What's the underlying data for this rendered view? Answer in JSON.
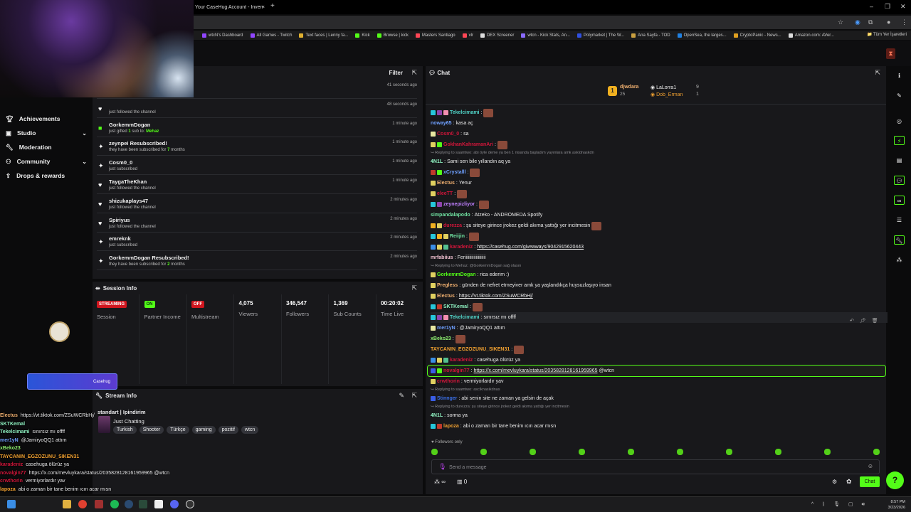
{
  "browser": {
    "tab_title": "Your CaseHug Account - Inven",
    "bookmarks": [
      {
        "label": "wtcN's Dashboard",
        "color": "#9146ff"
      },
      {
        "label": "All Games - Twitch",
        "color": "#9146ff"
      },
      {
        "label": "Text faces | Lenny fa...",
        "color": "#e0b030"
      },
      {
        "label": "Kick",
        "color": "#53fc18"
      },
      {
        "label": "Browse | kick",
        "color": "#53fc18"
      },
      {
        "label": "Masters Santiago",
        "color": "#ff4655"
      },
      {
        "label": "vlr",
        "color": "#ff4655"
      },
      {
        "label": "DEX Screener",
        "color": "#dddddd"
      },
      {
        "label": "wtcn - Kick Stats, An...",
        "color": "#8a6aff"
      },
      {
        "label": "Polymarket | The W...",
        "color": "#3050e0"
      },
      {
        "label": "Ana Sayfa - TOD",
        "color": "#caa040"
      },
      {
        "label": "OpenSea, the larges...",
        "color": "#2081e2"
      },
      {
        "label": "CryptoPanic - News...",
        "color": "#e0a020"
      },
      {
        "label": "Amazon.com: AVer...",
        "color": "#dddddd"
      }
    ],
    "all_bookmarks": "Tüm Yer İşaretleri"
  },
  "sidebar": {
    "items": [
      {
        "label": "Achievements",
        "icon": "trophy-icon"
      },
      {
        "label": "Studio",
        "icon": "studio-icon",
        "expandable": true
      },
      {
        "label": "Moderation",
        "icon": "wrench-icon"
      },
      {
        "label": "Community",
        "icon": "community-icon",
        "expandable": true
      },
      {
        "label": "Drops & rewards",
        "icon": "drops-icon"
      }
    ]
  },
  "activity": {
    "filter_label": "Filter",
    "rows": [
      {
        "icon": "",
        "name": "",
        "detail": "",
        "time": "41 seconds ago"
      },
      {
        "icon": "♥",
        "name": "",
        "detail": "just followed the channel",
        "time": "48 seconds ago"
      },
      {
        "icon": "gift",
        "name": "GorkemmDogan",
        "detail": "just gifted {1} sub to: {Mehaz}",
        "time": "1 minute ago"
      },
      {
        "icon": "✦",
        "name": "zeynpei Resubscribed!",
        "detail": "they have been subscribed for {7} months",
        "time": "1 minute ago"
      },
      {
        "icon": "✦",
        "name": "Cosm0_0",
        "detail": "just subscribed",
        "time": "1 minute ago"
      },
      {
        "icon": "♥",
        "name": "TaygaTheKhan",
        "detail": "just followed the channel",
        "time": "1 minute ago"
      },
      {
        "icon": "♥",
        "name": "shizukaplays47",
        "detail": "just followed the channel",
        "time": "2 minutes ago"
      },
      {
        "icon": "♥",
        "name": "Spiriyus",
        "detail": "just followed the channel",
        "time": "2 minutes ago"
      },
      {
        "icon": "✦",
        "name": "emreknk",
        "detail": "just subscribed",
        "time": "2 minutes ago"
      },
      {
        "icon": "✦",
        "name": "GorkemmDogan Resubscribed!",
        "detail": "they have been subscribed for {2} months",
        "time": "2 minutes ago"
      }
    ]
  },
  "session": {
    "title": "Session Info",
    "cols": [
      {
        "badge": "STREAMING",
        "badge_color": "#d0161f",
        "label": "Session"
      },
      {
        "badge": "ON",
        "badge_color": "#53fc18",
        "label": "Partner Income"
      },
      {
        "badge": "OFF",
        "badge_color": "#d0161f",
        "label": "Multistream"
      },
      {
        "value": "4,075",
        "label": "Viewers"
      },
      {
        "value": "346,547",
        "label": "Followers"
      },
      {
        "value": "1,369",
        "label": "Sub Counts"
      },
      {
        "value": "00:20:02",
        "label": "Time Live"
      }
    ]
  },
  "stream_info": {
    "title_label": "Stream Info",
    "stream_title": "standart | Ipindirim",
    "category": "Just Chatting",
    "tags": [
      "Turkish",
      "Shooter",
      "Türkçe",
      "gaming",
      "pozitif",
      "wtcn"
    ]
  },
  "chat": {
    "title": "Chat",
    "gifters": {
      "first": {
        "rank": "1",
        "name": "djwdara",
        "count": "25"
      },
      "second": {
        "name": "LaLorra1",
        "count": "9"
      },
      "third": {
        "name": "Dob_Erman",
        "count": "1"
      }
    },
    "messages": [
      {
        "user": "Tekelcimami",
        "color": "#4fd1c5",
        "badges": [
          "#26c6da",
          "#8e44ad",
          "#f48fb1"
        ],
        "emote": true
      },
      {
        "user": "noway65",
        "color": "#6fa0ff",
        "text": "kasa aç"
      },
      {
        "user": "Cosm0_0",
        "color": "#d0163a",
        "badges": [
          "#e8e8a0"
        ],
        "text": "sa"
      },
      {
        "user": "GokhanKahramanAri",
        "color": "#d0163a",
        "badges": [
          "#e0d060",
          "#53fc18"
        ],
        "emote": true
      },
      {
        "reply": "Replying to saamtwo: abi öyle deme ya ben 1 nisanda başladım yayınlara amk askldnaskdn"
      },
      {
        "user": "4N1L",
        "color": "#8ef0c0",
        "text": "Sami sen bile yıllandın aq ya"
      },
      {
        "user": "xCrystalll",
        "color": "#6fa0ff",
        "badges": [
          "#c0392b",
          "#53fc18"
        ],
        "emote": true
      },
      {
        "user": "Electus",
        "color": "#f0b070",
        "badges": [
          "#e0d060"
        ],
        "text": "Yenur"
      },
      {
        "user": "eleeTT",
        "color": "#d0163a",
        "badges": [
          "#e0d060"
        ],
        "emote": true
      },
      {
        "user": "zeynepizliyor",
        "color": "#c080ff",
        "badges": [
          "#26c6da",
          "#8e44ad"
        ],
        "emote": true
      },
      {
        "user": "simpandalapodo",
        "color": "#6fe0a0",
        "text": "Atzeko - ANDROMEDA Spotify"
      },
      {
        "user": "durezza",
        "color": "#d0163a",
        "badges": [
          "#f0b020",
          "#e0d060"
        ],
        "text": "şu siteye girince jrokez geldi akıma yattığı yer incitmesin",
        "emote": true
      },
      {
        "user": "Reiijin",
        "color": "#6fe0a0",
        "badges": [
          "#26c6da",
          "#f0b020",
          "#e0d060"
        ],
        "emote": true
      },
      {
        "user": "karadeniz",
        "color": "#d0163a",
        "badges": [
          "#3a8ee6",
          "#e0d060",
          "#53c090"
        ],
        "link": "https://casehug.com/giveaways/9042915620443"
      },
      {
        "user": "mrfabiius",
        "color": "#f0c0d0",
        "text": "Feriiiiiiiiiiiiiiiiiii"
      },
      {
        "reply": "Replying to Mehaz: @GorkemmDogan sağ olasın"
      },
      {
        "user": "GorkemmDogan",
        "color": "#53fc18",
        "badges": [
          "#e0d060"
        ],
        "text": "rica ederim :)"
      },
      {
        "user": "Pregless",
        "color": "#f0b070",
        "badges": [
          "#e0d060"
        ],
        "text": "günden de nefret etmeyiver amk ya yaşlandıkça huysuzlaşıyo insan"
      },
      {
        "user": "Electus",
        "color": "#f0b070",
        "badges": [
          "#e0d060"
        ],
        "link": "https://vt.tiktok.com/ZSuWCRbHj/"
      },
      {
        "user": "SKTKemal",
        "color": "#8ef0c0",
        "badges": [
          "#26c6da",
          "#c0392b"
        ],
        "emote": true
      },
      {
        "user": "Tekelcimami",
        "color": "#4fd1c5",
        "badges": [
          "#26c6da",
          "#8e44ad",
          "#f48fb1"
        ],
        "text": "sınırsız mı offff",
        "hover": true
      },
      {
        "user": "mer1yN",
        "color": "#6fa0ff",
        "badges": [
          "#e8e8a0"
        ],
        "text": "@JamiryoQQ1 attım"
      },
      {
        "user": "xBeko23",
        "color": "#8ef070",
        "emote": true
      },
      {
        "user": "TAYCANIN_EGZOZUNU_SIKEN31",
        "color": "#f0a030",
        "emote": true
      },
      {
        "user": "karadeniz",
        "color": "#d0163a",
        "badges": [
          "#3a8ee6",
          "#e0d060",
          "#53c090"
        ],
        "text": "casehuga ölürüz ya"
      },
      {
        "user": "novalgin77",
        "color": "#d0163a",
        "badges": [
          "#3a5ee6",
          "#53fc18"
        ],
        "link": "https://x.com/mevluykara/status/2035828128161959965",
        "after": "@wtcn",
        "highlight": true
      },
      {
        "user": "crwthorin",
        "color": "#d0163a",
        "badges": [
          "#e0d060"
        ],
        "text": "vermiyorlardır yav"
      },
      {
        "reply": "Replying to saamtwo: asclknasikdnas"
      },
      {
        "user": "Stinnger",
        "color": "#3a6ee6",
        "badges": [
          "#3a5ee6"
        ],
        "text": "abi senin site ne zaman ya gelsin de açak"
      },
      {
        "reply": "Replying to durezza: şu siteye girince jrokez geldi akıma yattığı yer incitmesin"
      },
      {
        "user": "4N1L",
        "color": "#8ef0c0",
        "text": "sorma ya"
      },
      {
        "user": "lapoza",
        "color": "#f0a030",
        "badges": [
          "#26c6da",
          "#c0392b"
        ],
        "text": "abi o zaman bir tane benim ıcın acar mısn"
      }
    ],
    "followers_only": "Followers only",
    "placeholder": "Send a message",
    "points": "∞",
    "shop_count": "0",
    "send_label": "Chat"
  },
  "overlay_chat": [
    {
      "user": "Electus",
      "color": "#f0b070",
      "text": "https://vt.tiktok.com/ZSuWCRbHj/"
    },
    {
      "user": "SKTKemal",
      "color": "#8ef0c0",
      "text": ""
    },
    {
      "user": "Tekelcimami",
      "color": "#8ef0c0",
      "text": "sınırsız mı offff"
    },
    {
      "user": "mer1yN",
      "color": "#6fa0ff",
      "text": "@JamiryoQQ1 attım"
    },
    {
      "user": "xBeko23",
      "color": "#8ef070",
      "text": ""
    },
    {
      "user": "TAYCANIN_EGZOZUNU_SIKEN31",
      "color": "#f0a030",
      "text": ""
    },
    {
      "user": "karadeniz",
      "color": "#d0163a",
      "text": "casehuga ölürüz ya"
    },
    {
      "user": "novalgin77",
      "color": "#d0163a",
      "text": "https://x.com/mevluykara/status/2035828128161959965 @wtcn"
    },
    {
      "user": "crwthorin",
      "color": "#d0163a",
      "text": "vermiyorlardır yav"
    },
    {
      "user": "lapoza",
      "color": "#f0a030",
      "text": "abi o zaman bir tane benim ıcın acar mısn"
    }
  ],
  "overlay_banner": "Casehug",
  "taskbar": {
    "time": "8:57 PM",
    "date": "3/23/2026"
  }
}
